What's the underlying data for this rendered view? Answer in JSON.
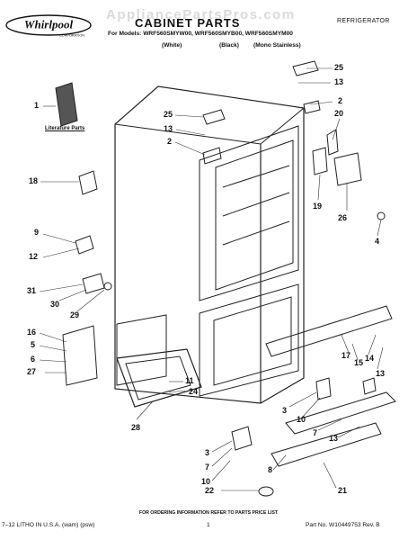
{
  "header": {
    "watermark": "AppliancePartsPros.com",
    "brand": "Whirlpool",
    "brand_sub": "CORPORATION",
    "title": "CABINET PARTS",
    "category": "REFRIGERATOR",
    "models_line": "For Models: WRF560SMYW00, WRF560SMYB00, WRF560SMYM00",
    "colors": [
      "(White)",
      "(Black)",
      "(Mono Stainless)"
    ]
  },
  "literature_label": "Literature Parts",
  "callouts": [
    "25",
    "13",
    "2",
    "20",
    "1",
    "25",
    "13",
    "2",
    "18",
    "19",
    "26",
    "4",
    "9",
    "12",
    "31",
    "30",
    "29",
    "16",
    "5",
    "6",
    "27",
    "17",
    "15",
    "14",
    "13",
    "11",
    "24",
    "3",
    "10",
    "7",
    "13",
    "28",
    "3",
    "7",
    "10",
    "8",
    "22",
    "21"
  ],
  "footer": {
    "note": "FOR ORDERING INFORMATION REFER TO PARTS PRICE LIST",
    "litho": "7–12 LITHO IN U.S.A. (wam) (psw)",
    "page_number": "1",
    "part_no": "Part No. W10449753 Rev. B"
  }
}
